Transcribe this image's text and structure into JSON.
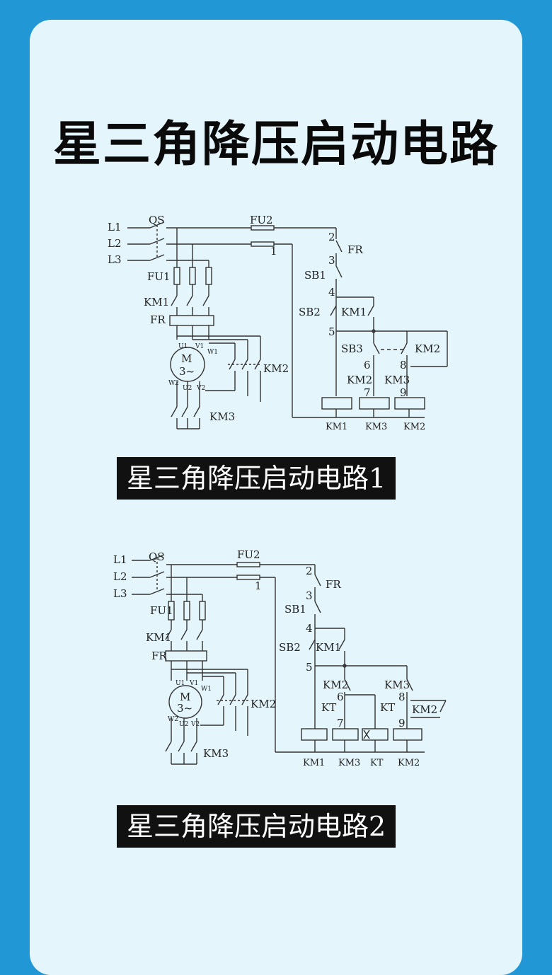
{
  "title": "星三角降压启动电路",
  "diagram1": {
    "caption": "星三角降压启动电路1",
    "labels": {
      "L1": "L1",
      "L2": "L2",
      "L3": "L3",
      "QS": "QS",
      "FU2": "FU2",
      "FU1": "FU1",
      "KM1a": "KM1",
      "FR": "FR",
      "M": "M",
      "M3": "3~",
      "U1": "U1",
      "V1": "V1",
      "W1": "W1",
      "W2": "W2",
      "U2": "U2",
      "V2": "V2",
      "KM2a": "KM2",
      "KM3a": "KM3",
      "n1": "1",
      "n2": "2",
      "FRc": "FR",
      "n3": "3",
      "SB1": "SB1",
      "n4": "4",
      "SB2": "SB2",
      "KM1b": "KM1",
      "n5": "5",
      "SB3": "SB3",
      "KM2b": "KM2",
      "n6": "6",
      "n8": "8",
      "KM2c": "KM2",
      "KM3c": "KM3",
      "n7": "7",
      "n9": "9",
      "coil1": "KM1",
      "coil2": "KM3",
      "coil3": "KM2"
    }
  },
  "diagram2": {
    "caption": "星三角降压启动电路2",
    "labels": {
      "L1": "L1",
      "L2": "L2",
      "L3": "L3",
      "QS": "QS",
      "FU2": "FU2",
      "FU1": "FU1",
      "KM1a": "KM1",
      "FR": "FR",
      "M": "M",
      "M3": "3~",
      "U1": "U1",
      "V1": "V1",
      "W1": "W1",
      "W2": "W2",
      "U2": "U2",
      "V2": "V2",
      "KM2a": "KM2",
      "KM3a": "KM3",
      "n1": "1",
      "n2": "2",
      "FRc": "FR",
      "n3": "3",
      "SB1": "SB1",
      "n4": "4",
      "SB2": "SB2",
      "KM1b": "KM1",
      "n5": "5",
      "KM2c": "KM2",
      "KM3c": "KM3",
      "n6": "6",
      "n8": "8",
      "KTa": "KT",
      "KTb": "KT",
      "KM2d": "KM2",
      "n7": "7",
      "n9": "9",
      "coil1": "KM1",
      "coil2": "KM3",
      "coil3": "KT",
      "coil4": "KM2"
    }
  }
}
